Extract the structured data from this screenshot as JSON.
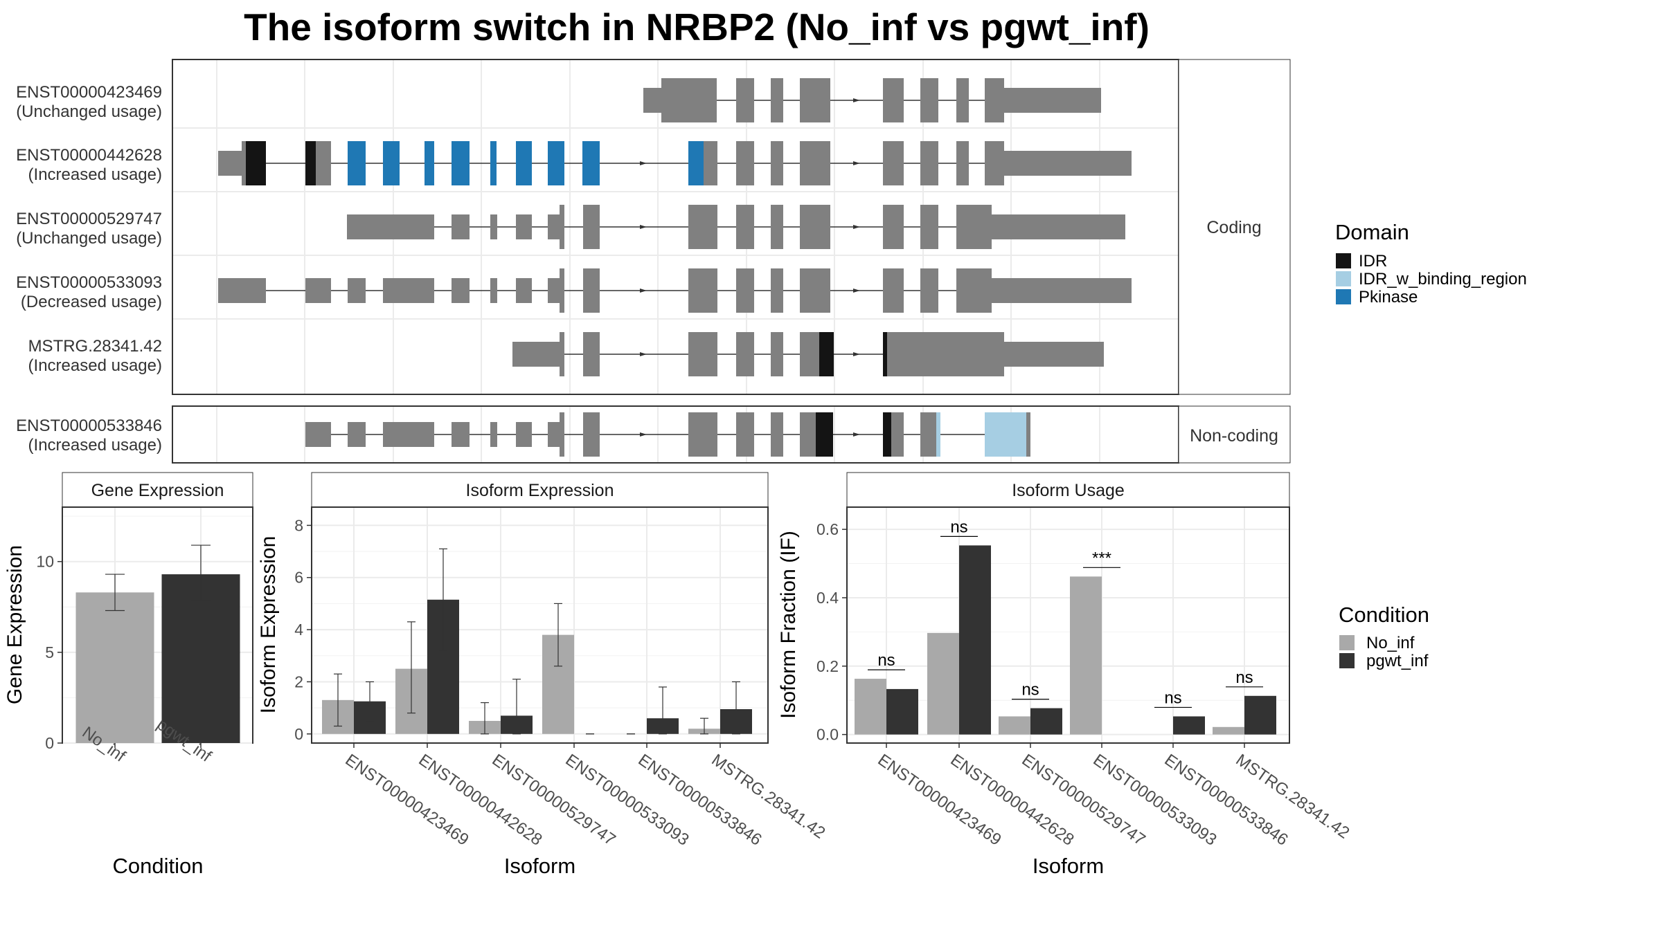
{
  "title": "The isoform switch in NRBP2 (No_inf vs pgwt_inf)",
  "colors": {
    "exon": "#808080",
    "IDR": "#141414",
    "IDR_w_binding_region": "#a6cee3",
    "Pkinase": "#1f78b4",
    "No_inf": "#a9a9a9",
    "pgwt_inf": "#333333",
    "panel_border": "#333333",
    "strip_bg": "#ffffff",
    "grid": "#ebebeb"
  },
  "structure": {
    "facets": {
      "coding": "Coding",
      "noncoding": "Non-coding"
    },
    "coding_isoforms": [
      {
        "id": "ENST00000423469",
        "usage": "(Unchanged usage)"
      },
      {
        "id": "ENST00000442628",
        "usage": "(Increased usage)"
      },
      {
        "id": "ENST00000529747",
        "usage": "(Unchanged usage)"
      },
      {
        "id": "ENST00000533093",
        "usage": "(Decreased usage)"
      },
      {
        "id": "MSTRG.28341.42",
        "usage": "(Increased usage)"
      }
    ],
    "noncoding_isoforms": [
      {
        "id": "ENST00000533846",
        "usage": "(Increased usage)"
      }
    ],
    "legend_title": "Domain",
    "legend_items": [
      {
        "label": "IDR",
        "color_key": "IDR"
      },
      {
        "label": "IDR_w_binding_region",
        "color_key": "IDR_w_binding_region"
      },
      {
        "label": "Pkinase",
        "color_key": "Pkinase"
      }
    ]
  },
  "chart_data": [
    {
      "type": "bar",
      "panel": "Gene Expression",
      "xlabel": "Condition",
      "ylabel": "Gene Expression",
      "categories": [
        "No_inf",
        "pgwt_inf"
      ],
      "values": [
        8.3,
        9.3
      ],
      "error_low": [
        7.3,
        7.8
      ],
      "error_high": [
        9.3,
        10.9
      ],
      "ylim": [
        0,
        13
      ],
      "yticks": [
        0,
        5,
        10
      ]
    },
    {
      "type": "bar",
      "panel": "Isoform Expression",
      "xlabel": "Isoform",
      "ylabel": "Isoform Expression",
      "categories": [
        "ENST00000423469",
        "ENST00000442628",
        "ENST00000529747",
        "ENST00000533093",
        "ENST00000533846",
        "MSTRG.28341.42"
      ],
      "series": [
        {
          "name": "No_inf",
          "values": [
            1.3,
            2.5,
            0.5,
            3.8,
            0.0,
            0.2
          ],
          "error_low": [
            0.3,
            0.8,
            0.0,
            2.6,
            0.0,
            0.0
          ],
          "error_high": [
            2.3,
            4.3,
            1.2,
            5.0,
            0.0,
            0.6
          ]
        },
        {
          "name": "pgwt_inf",
          "values": [
            1.25,
            5.15,
            0.7,
            0.0,
            0.6,
            0.95
          ],
          "error_low": [
            0.5,
            3.2,
            0.0,
            0.0,
            0.0,
            0.0
          ],
          "error_high": [
            2.0,
            7.1,
            2.1,
            0.0,
            1.8,
            2.0
          ]
        }
      ],
      "ylim": [
        -0.35,
        8.7
      ],
      "yticks": [
        0,
        2,
        4,
        6,
        8
      ]
    },
    {
      "type": "bar",
      "panel": "Isoform Usage",
      "xlabel": "Isoform",
      "ylabel": "Isoform Fraction (IF)",
      "categories": [
        "ENST00000423469",
        "ENST00000442628",
        "ENST00000529747",
        "ENST00000533093",
        "ENST00000533846",
        "MSTRG.28341.42"
      ],
      "series": [
        {
          "name": "No_inf",
          "values": [
            0.163,
            0.297,
            0.053,
            0.462,
            0.0,
            0.022
          ]
        },
        {
          "name": "pgwt_inf",
          "values": [
            0.133,
            0.553,
            0.077,
            0.0,
            0.053,
            0.113
          ]
        }
      ],
      "significance": [
        "ns",
        "ns",
        "ns",
        "***",
        "ns",
        "ns"
      ],
      "ylim": [
        -0.025,
        0.665
      ],
      "yticks": [
        0.0,
        0.2,
        0.4,
        0.6
      ],
      "ytick_labels": [
        "0.0",
        "0.2",
        "0.4",
        "0.6"
      ]
    }
  ],
  "condition_legend": {
    "title": "Condition",
    "items": [
      {
        "label": "No_inf",
        "color_key": "No_inf"
      },
      {
        "label": "pgwt_inf",
        "color_key": "pgwt_inf"
      }
    ]
  }
}
